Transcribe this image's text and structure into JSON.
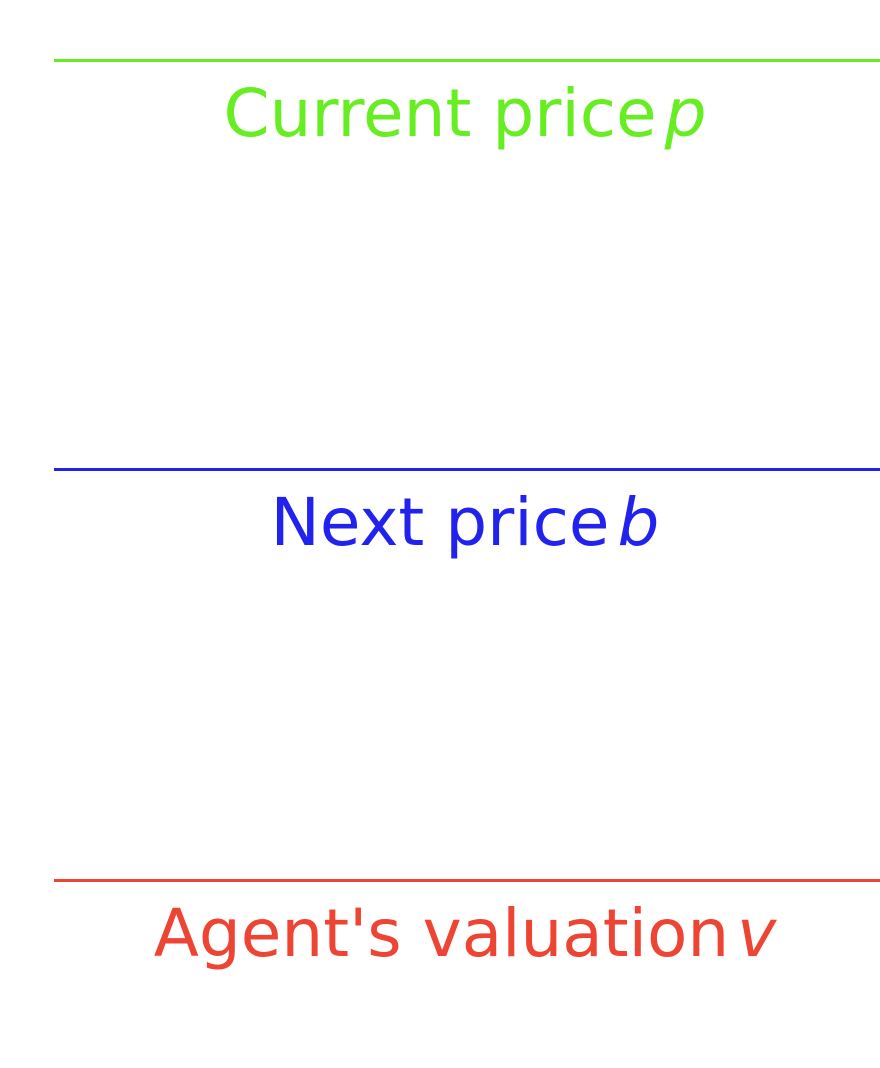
{
  "levels": [
    {
      "label": "Current price",
      "variable": "p",
      "color": "#66ee22"
    },
    {
      "label": "Next price",
      "variable": "b",
      "color": "#2222ee"
    },
    {
      "label": "Agent's valuation",
      "variable": "v",
      "color": "#ee4433"
    }
  ]
}
